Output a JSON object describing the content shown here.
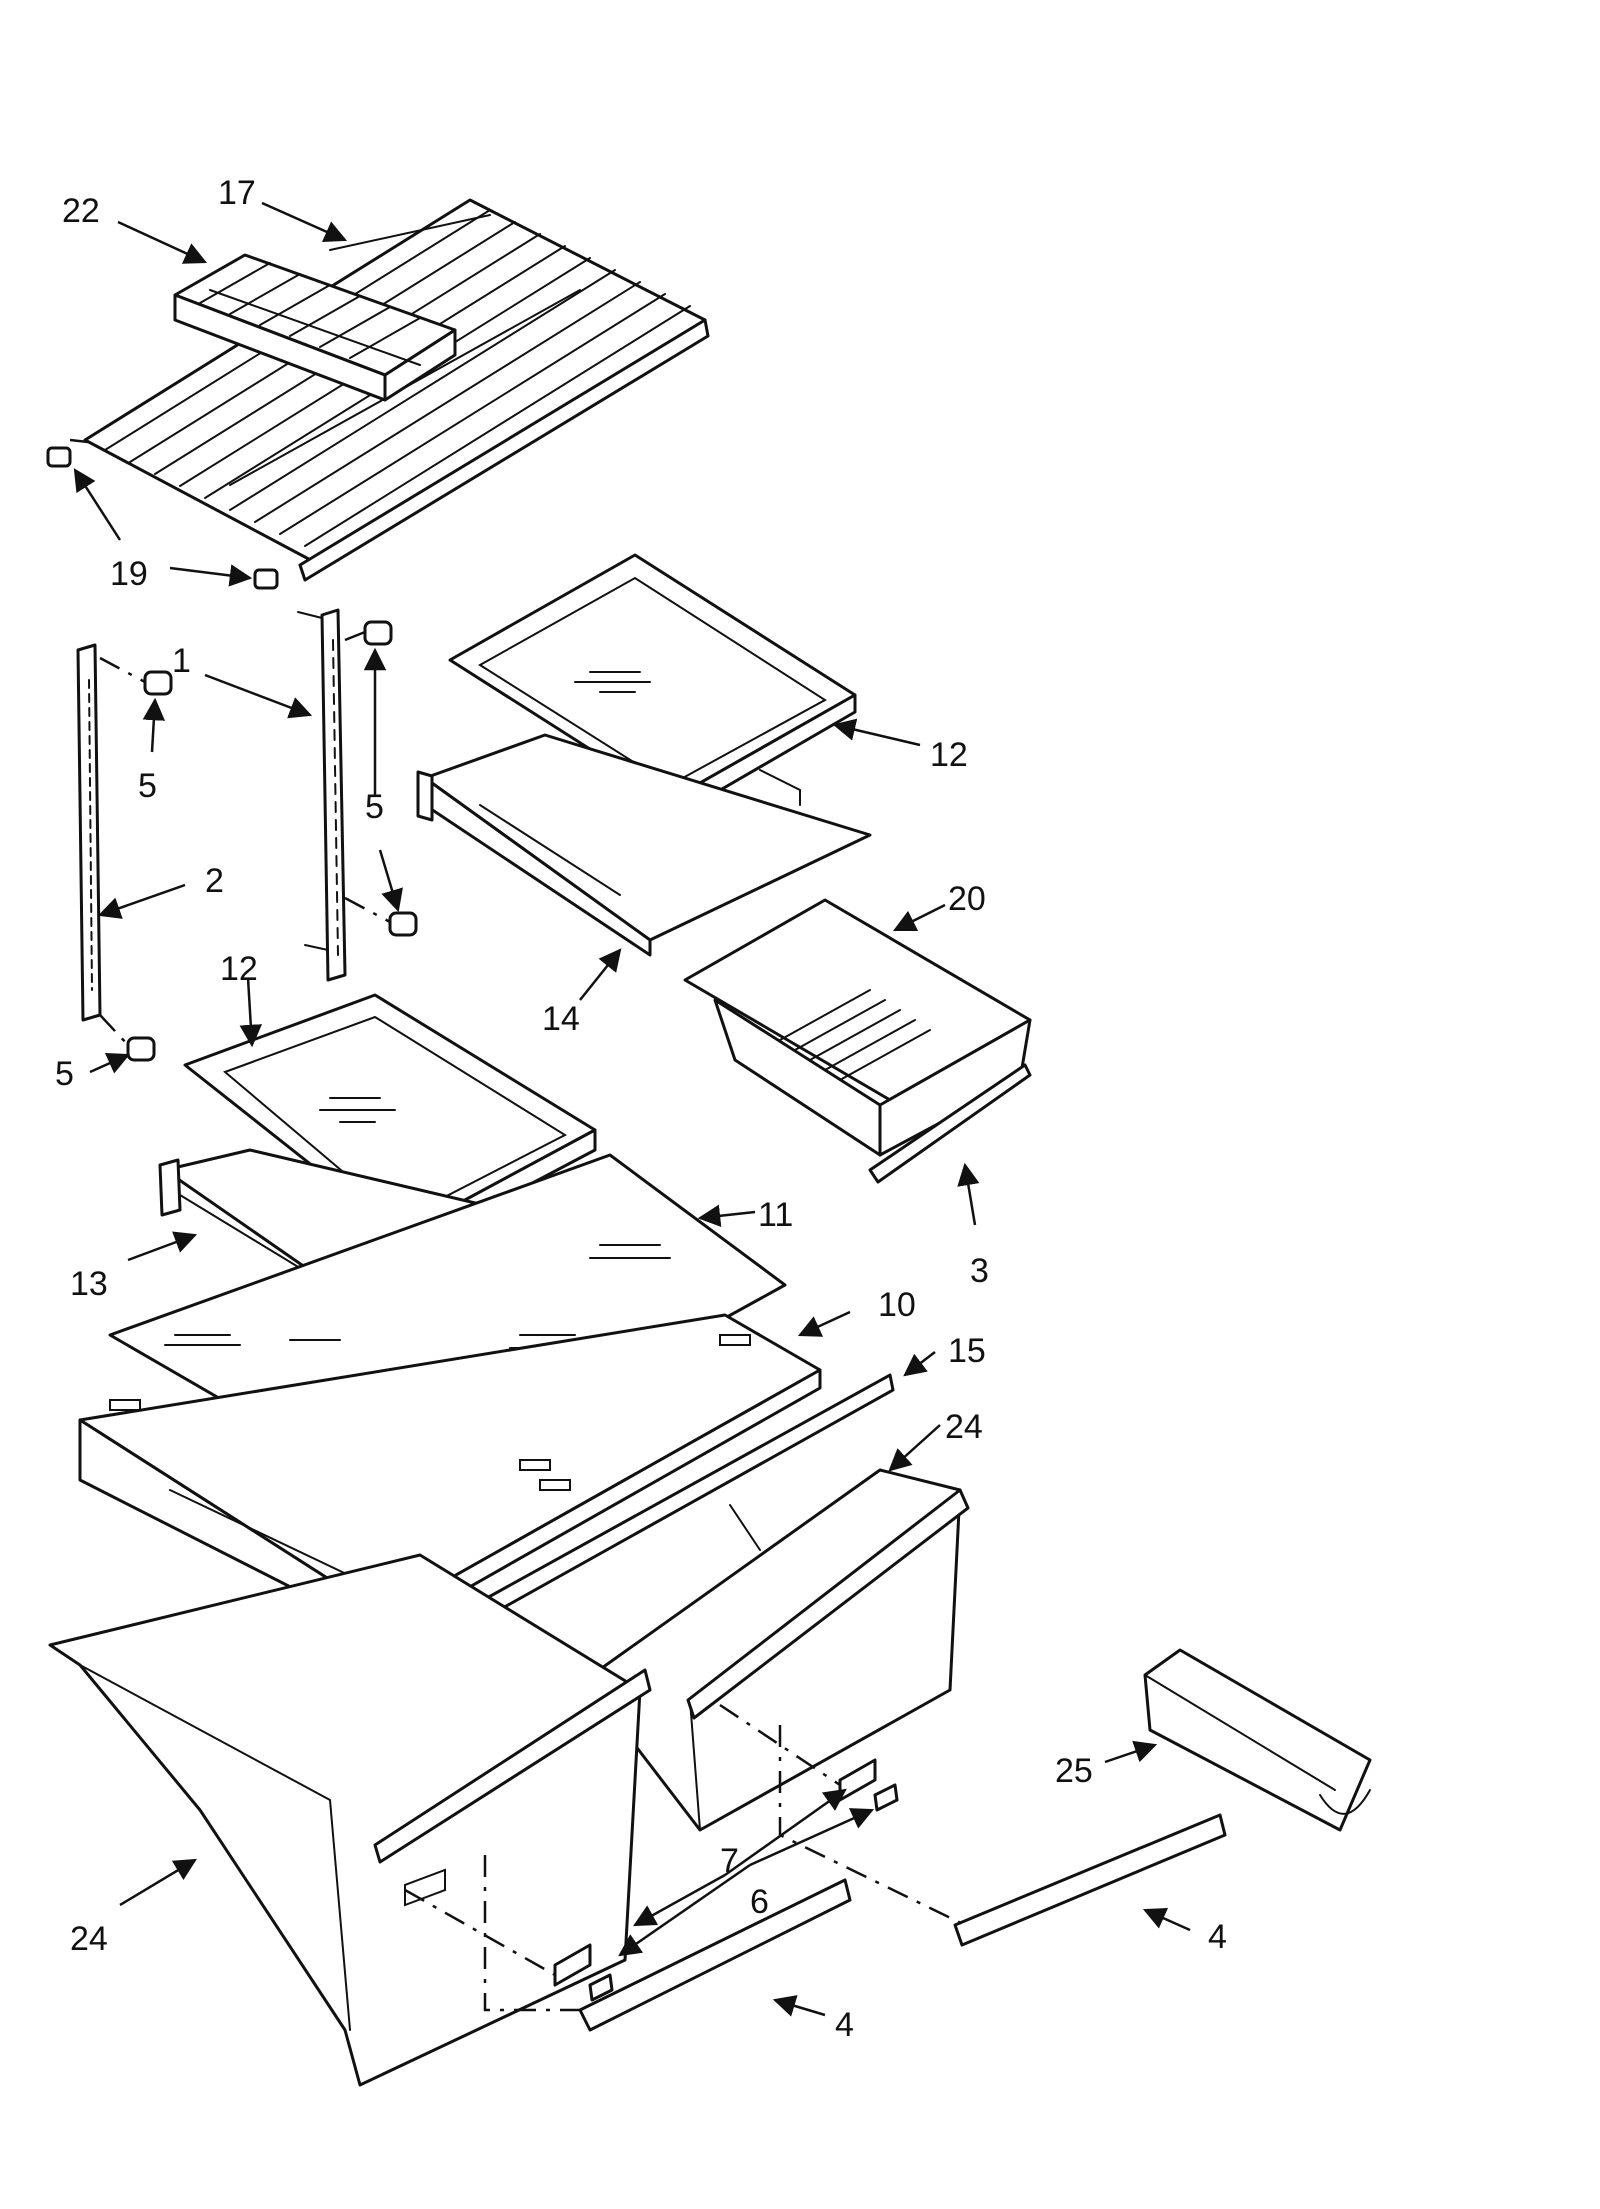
{
  "callouts": [
    "22",
    "17",
    "19",
    "1",
    "5",
    "5",
    "2",
    "5",
    "12",
    "12",
    "14",
    "20",
    "3",
    "11",
    "13",
    "10",
    "15",
    "24",
    "25",
    "24",
    "7",
    "6",
    "4",
    "4"
  ]
}
